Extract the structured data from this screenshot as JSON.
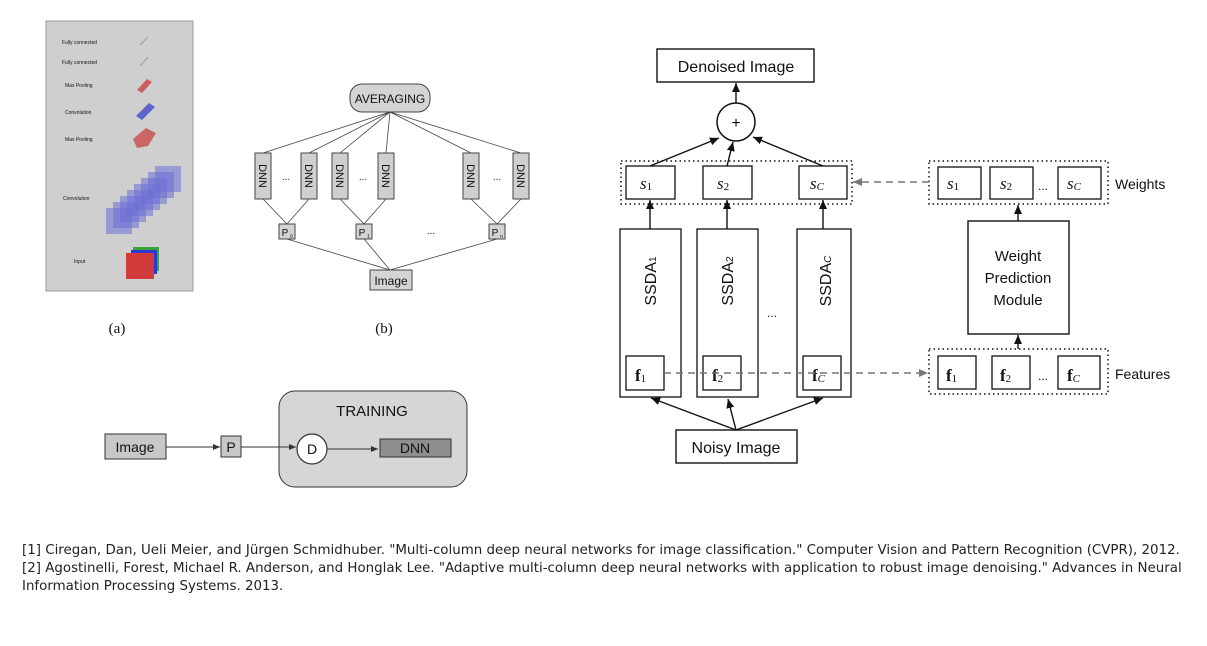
{
  "panel_a": {
    "caption": "(a)",
    "layers": [
      "Fully connected",
      "Fully connected",
      "Max Pooling",
      "Convolution",
      "Max Pooling",
      "Convolution",
      "Input"
    ]
  },
  "panel_b": {
    "caption": "(b)",
    "top": "AVERAGING",
    "column": "DNN",
    "p": "P",
    "p_subs": [
      "0",
      "1",
      "n"
    ],
    "ellipsis": "...",
    "image": "Image"
  },
  "training": {
    "title": "TRAINING",
    "image": "Image",
    "p": "P",
    "d": "D",
    "dnn": "DNN"
  },
  "amc": {
    "denoised": "Denoised Image",
    "plus": "+",
    "s": "s",
    "subs": [
      "1",
      "2",
      "C"
    ],
    "ssda": "SSDA",
    "f": "f",
    "ellipsis": "...",
    "noisy": "Noisy Image",
    "weights": "Weights",
    "features": "Features",
    "wpm": [
      "Weight",
      "Prediction",
      "Module"
    ]
  },
  "references": [
    "[1] Ciregan, Dan, Ueli Meier, and Jürgen Schmidhuber. \"Multi-column deep neural networks for image classification.\" Computer Vision and Pattern Recognition (CVPR), 2012.",
    "[2] Agostinelli, Forest, Michael R. Anderson, and Honglak Lee. \"Adaptive multi-column deep neural networks with application to robust image denoising.\" Advances in Neural Information Processing Systems. 2013."
  ]
}
